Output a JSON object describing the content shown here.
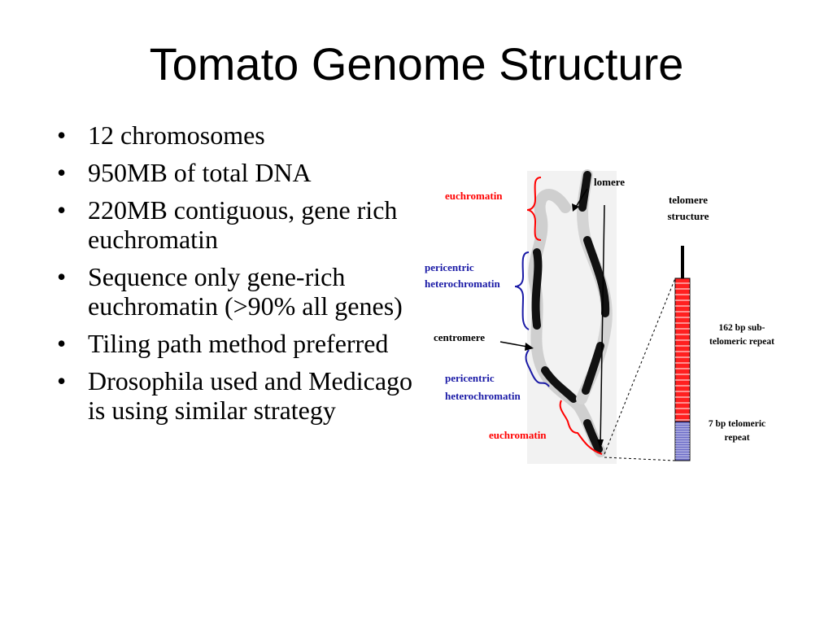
{
  "slide": {
    "title": "Tomato Genome Structure",
    "bullet_symbol": "•",
    "bullets": [
      "12 chromosomes",
      "950MB of total DNA",
      "220MB contiguous, gene rich euchromatin",
      "Sequence only gene-rich euchromatin (>90% all genes)",
      "Tiling path method preferred",
      "Drosophila used and Medicago is using similar strategy"
    ]
  },
  "diagram": {
    "labels": {
      "euchromatin_top": "euchromatin",
      "telomere_top": "lomere",
      "telomere_structure_line1": "telomere",
      "telomere_structure_line2": "structure",
      "pericentric_top_line1": "pericentric",
      "pericentric_top_line2": "heterochromatin",
      "centromere": "centromere",
      "pericentric_bottom_line1": "pericentric",
      "pericentric_bottom_line2": "heterochromatin",
      "euchromatin_bottom": "euchromatin",
      "subtelomeric_line1": "162  bp sub-",
      "subtelomeric_line2": "telomeric repeat",
      "telomeric_line1": "7 bp telomeric",
      "telomeric_line2": "repeat"
    },
    "colors": {
      "euchromatin": "#ff0000",
      "heterochromatin": "#1a1aa6",
      "subtelomeric_block": "#ff2020",
      "telomeric_block": "#6a6ac8"
    }
  }
}
